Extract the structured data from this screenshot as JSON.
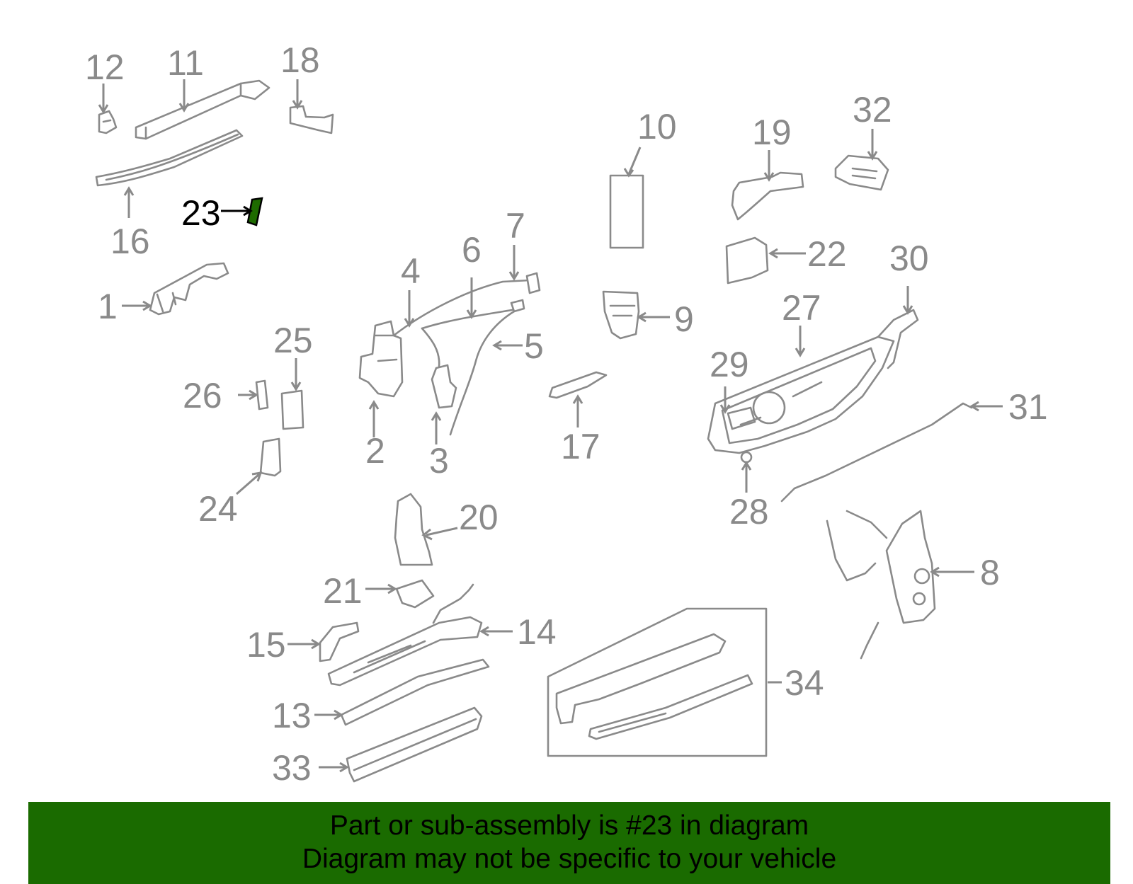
{
  "diagram": {
    "callouts": [
      "1",
      "2",
      "3",
      "4",
      "5",
      "6",
      "7",
      "8",
      "9",
      "10",
      "11",
      "12",
      "13",
      "14",
      "15",
      "16",
      "17",
      "18",
      "19",
      "20",
      "21",
      "22",
      "23",
      "24",
      "25",
      "26",
      "27",
      "28",
      "29",
      "30",
      "31",
      "32",
      "33",
      "34"
    ],
    "highlighted_callout": "23",
    "highlight_color": "#1e6b00",
    "line_color": "#8a8a8a"
  },
  "banner": {
    "line1": "Part or sub-assembly is #23 in diagram",
    "line2": "Diagram may not be specific to your vehicle",
    "background": "#1a6b00"
  }
}
